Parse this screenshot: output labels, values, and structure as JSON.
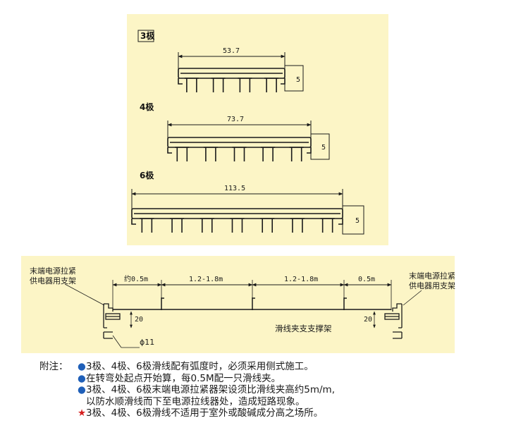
{
  "colors": {
    "panel": "#fcf5c6",
    "line": "#1a1a1a",
    "bullet_blue": "#1f5fb8",
    "star_red": "#d62020"
  },
  "top_diagram": {
    "sections": [
      {
        "pole_label": "3极",
        "width_label": "53.7",
        "height_label": "5"
      },
      {
        "pole_label": "4极",
        "width_label": "73.7",
        "height_label": "5"
      },
      {
        "pole_label": "6极",
        "width_label": "113.5",
        "height_label": "5"
      }
    ]
  },
  "bottom_diagram": {
    "left_label_line1": "末端电源拉紧",
    "left_label_line2": "供电器用支架",
    "right_label_line1": "末端电源拉紧",
    "right_label_line2": "供电器用支架",
    "spacing_labels": [
      "约0.5m",
      "1.2-1.8m",
      "1.2-1.8m",
      "0.5m"
    ],
    "height_label": "20",
    "center_label": "滑线夹支支撑架",
    "diameter_label": "ϕ11"
  },
  "notes": {
    "heading": "附注：",
    "items": [
      {
        "marker": "●",
        "lines": [
          "3极、4极、6极滑线配有弧度时，必须采用侧式施工。"
        ]
      },
      {
        "marker": "●",
        "lines": [
          "在转弯处起点开始算，每0.5M配一只滑线夹。"
        ]
      },
      {
        "marker": "●",
        "lines": [
          "3极、4极、6极末端电源拉紧器架设须比滑线夹高约5m/m,",
          "以防水顺滑线而下至电源拉线器处，造成短路现象。"
        ]
      },
      {
        "marker": "★",
        "lines": [
          "3极、4极、6极滑线不适用于室外或酸碱成分高之场所。"
        ]
      }
    ]
  }
}
